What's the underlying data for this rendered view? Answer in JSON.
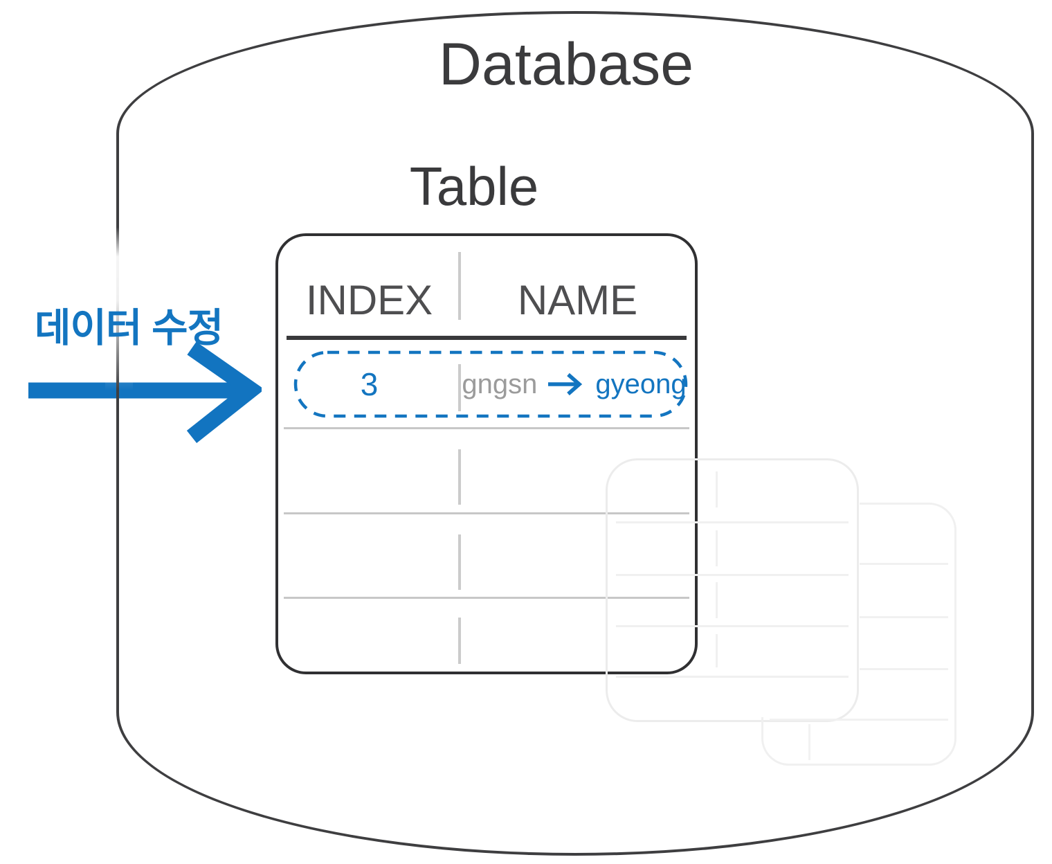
{
  "titles": {
    "database": "Database",
    "table": "Table"
  },
  "annotation": {
    "action_label": "데이터 수정"
  },
  "table": {
    "columns": [
      "INDEX",
      "NAME"
    ],
    "highlighted_row": {
      "index": "3",
      "name_before": "gngsn",
      "name_after": "gyeong"
    },
    "empty_row_count": 3
  },
  "colors": {
    "accent_blue": "#1375C0",
    "outline_dark": "#3E3E40",
    "title_text": "#3B3B3D",
    "header_text": "#4E4E50",
    "muted_gray": "#9B9B9B",
    "row_line_gray": "#C7C7C7",
    "ghost_gray": "#EDEDED"
  }
}
